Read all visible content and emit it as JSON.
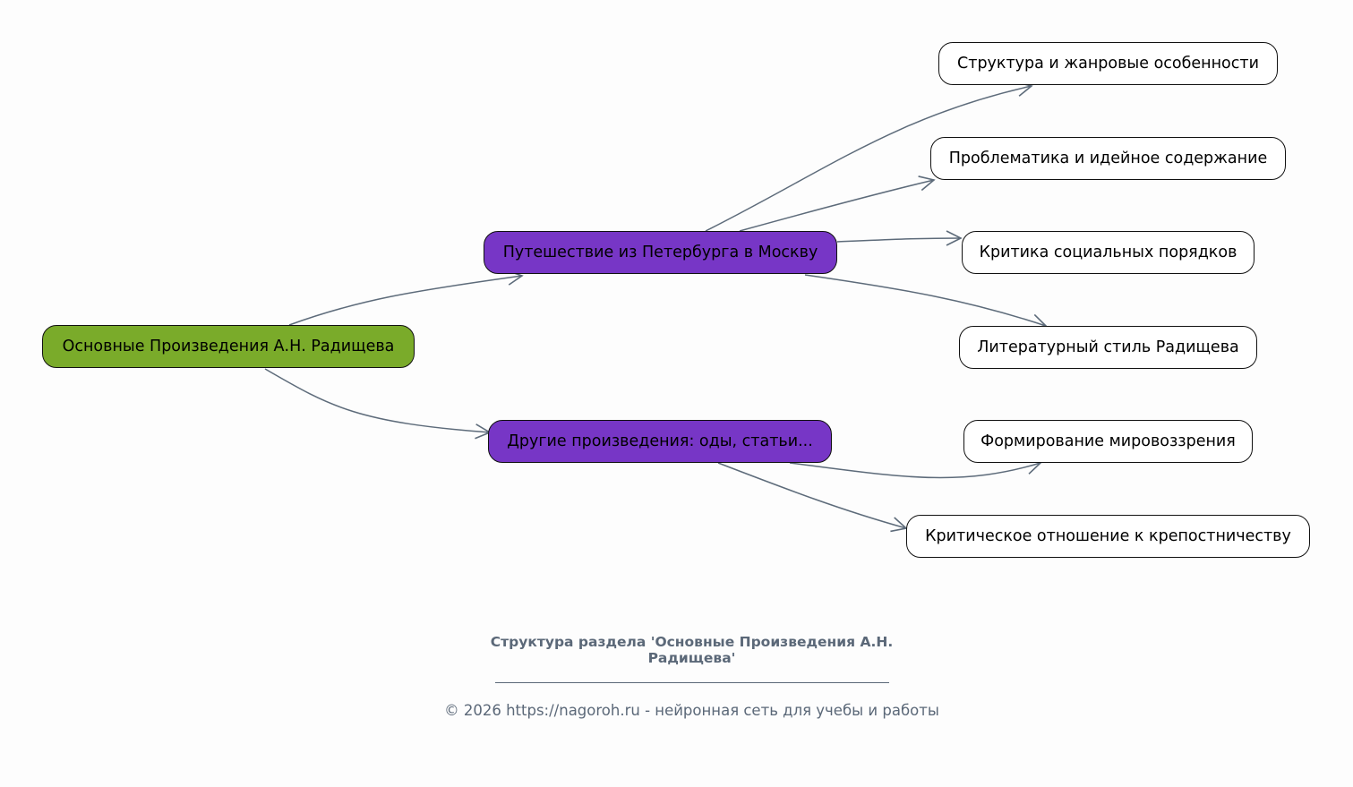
{
  "diagram": {
    "type": "mind-map",
    "edge_color": "#5d6b7a",
    "colors": {
      "root": "#7aab2a",
      "branch": "#7736c6",
      "leaf": "#ffffff",
      "border": "#111111",
      "footer_text": "#5b6878",
      "background": "#fdfdfd"
    },
    "root": {
      "id": "root",
      "label": "Основные Произведения А.Н. Радищева"
    },
    "branches": [
      {
        "id": "b1",
        "label": "Путешествие из Петербурга в Москву",
        "children": [
          {
            "id": "l1",
            "label": "Структура и жанровые особенности"
          },
          {
            "id": "l2",
            "label": "Проблематика и идейное содержание"
          },
          {
            "id": "l3",
            "label": "Критика социальных порядков"
          },
          {
            "id": "l4",
            "label": "Литературный стиль Радищева"
          }
        ]
      },
      {
        "id": "b2",
        "label": "Другие произведения: оды, статьи...",
        "children": [
          {
            "id": "l5",
            "label": "Формирование мировоззрения"
          },
          {
            "id": "l6",
            "label": "Критическое отношение к крепостничеству"
          }
        ]
      }
    ]
  },
  "footer": {
    "title_line1": "Структура раздела 'Основные Произведения А.Н.",
    "title_line2": "Радищева'",
    "copyright": "© 2026 https://nagoroh.ru - нейронная сеть для учебы и работы"
  }
}
